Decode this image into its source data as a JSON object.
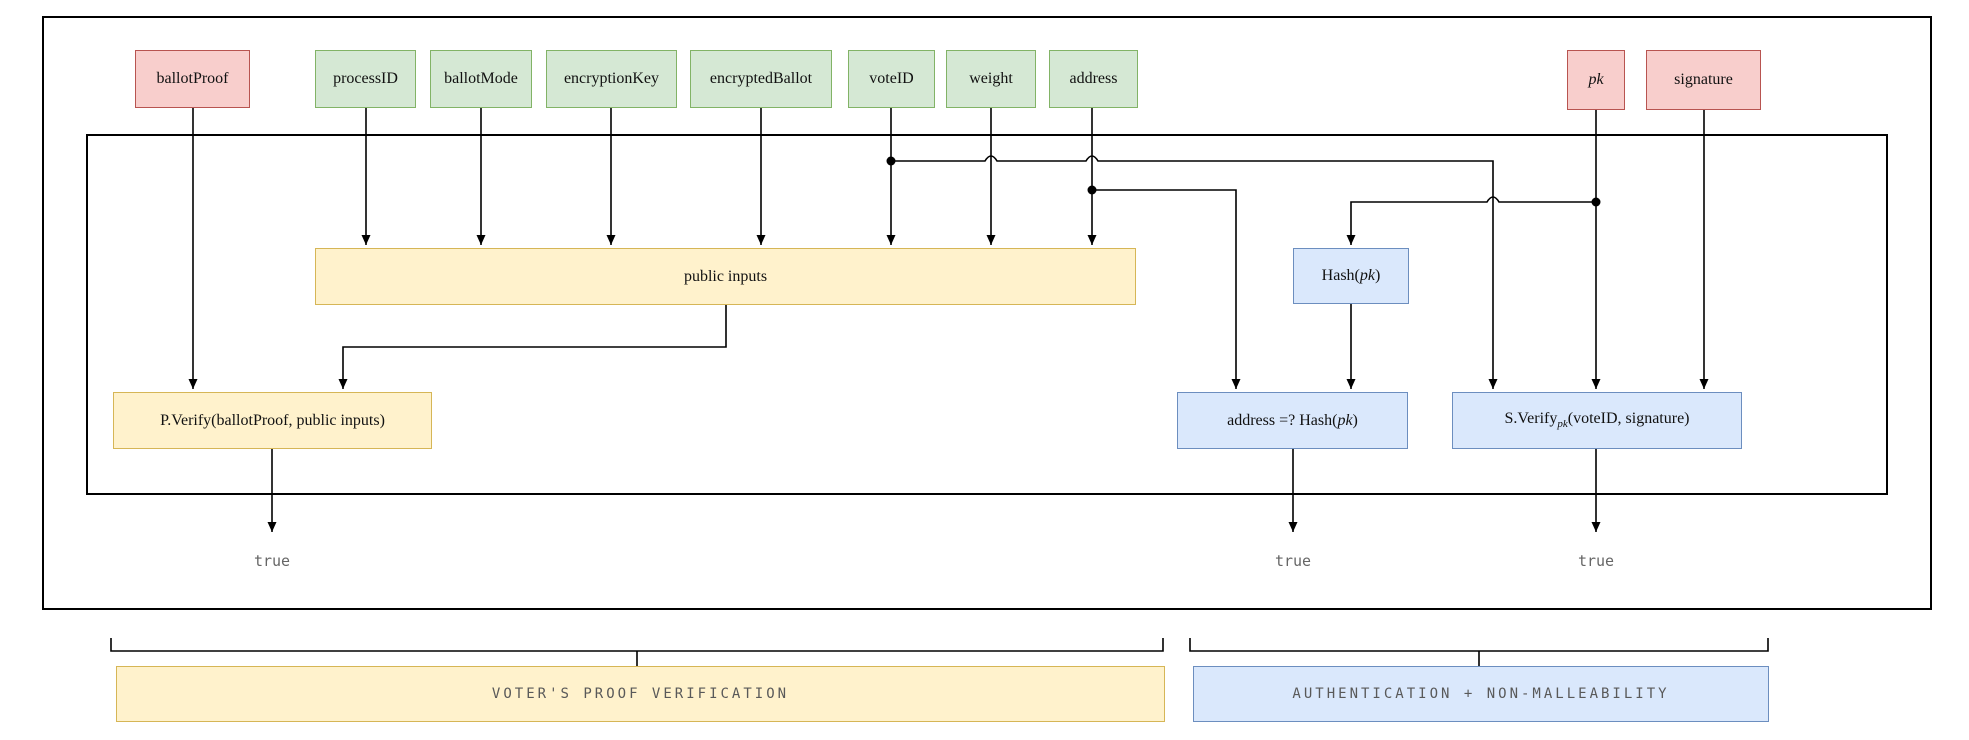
{
  "palette": {
    "private_fill": "#f8cecc",
    "private_stroke": "#b85450",
    "public_fill": "#d5e8d4",
    "public_stroke": "#82b366",
    "proof_fill": "#fff2cc",
    "proof_stroke": "#d6b656",
    "auth_fill": "#dae8fc",
    "auth_stroke": "#6c8ebf",
    "line": "#000000",
    "muted_text": "#595959"
  },
  "inputs": [
    {
      "label": "ballotProof"
    },
    {
      "label": "processID"
    },
    {
      "label": "ballotMode"
    },
    {
      "label": "encryptionKey"
    },
    {
      "label": "encryptedBallot"
    },
    {
      "label": "voteID"
    },
    {
      "label": "weight"
    },
    {
      "label": "address"
    },
    {
      "label": "pk"
    },
    {
      "label": "signature"
    }
  ],
  "nodes": {
    "public_inputs": {
      "label": "public inputs"
    },
    "hash_pk": {
      "pre": "Hash(",
      "arg": "pk",
      "post": ")"
    },
    "p_verify": {
      "label": "P.Verify(ballotProof, public inputs)"
    },
    "address_check": {
      "pre": "address =? Hash(",
      "arg": "pk",
      "post": ")"
    },
    "s_verify": {
      "pre": "S.Verify",
      "sub": "pk",
      "post": "(voteID, signature)"
    }
  },
  "outputs": {
    "p_verify": "true",
    "address_check": "true",
    "s_verify": "true"
  },
  "groups": {
    "proof": {
      "label": "VOTER'S PROOF VERIFICATION"
    },
    "auth": {
      "label": "AUTHENTICATION + NON-MALLEABILITY"
    }
  }
}
